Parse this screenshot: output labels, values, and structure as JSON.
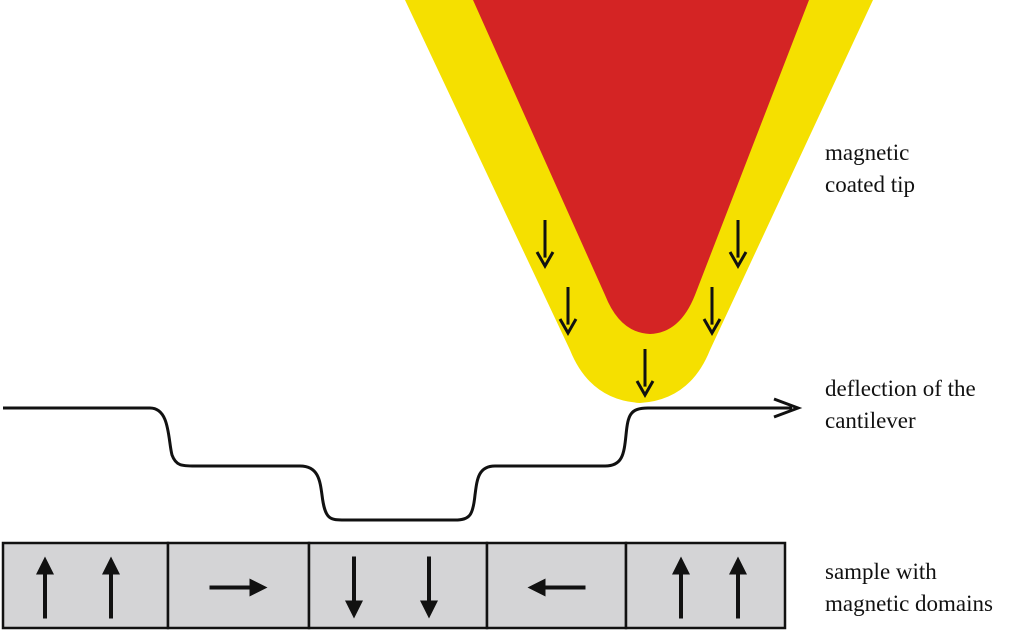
{
  "labels": {
    "tip": [
      "magnetic",
      "coated tip"
    ],
    "deflection": [
      "deflection of the",
      "cantilever"
    ],
    "sample": [
      "sample with",
      "magnetic domains"
    ]
  },
  "colors": {
    "coating": "#f5e000",
    "tip_core": "#d42424",
    "domain_fill": "#d4d4d6",
    "stroke": "#111111"
  },
  "tip_magnetization": [
    "down",
    "down",
    "down",
    "down",
    "down"
  ],
  "domains": [
    {
      "arrows": [
        "up",
        "up"
      ]
    },
    {
      "arrows": [
        "right"
      ]
    },
    {
      "arrows": [
        "down",
        "down"
      ]
    },
    {
      "arrows": [
        "left"
      ]
    },
    {
      "arrows": [
        "up",
        "up"
      ]
    }
  ]
}
